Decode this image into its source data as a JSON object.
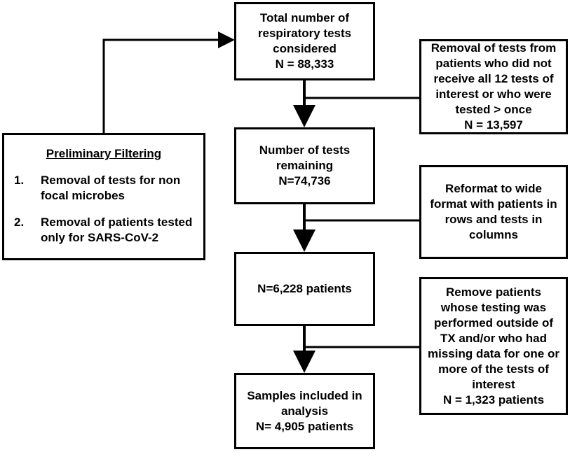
{
  "flowchart": {
    "total_box": {
      "lines": [
        "Total number of",
        "respiratory tests",
        "considered",
        "N = 88,333"
      ]
    },
    "removal1_box": {
      "lines": [
        "Removal of tests from",
        "patients who did not",
        "receive all 12 tests of",
        "interest or who were",
        "tested > once",
        "N = 13,597"
      ]
    },
    "remaining_box": {
      "lines": [
        "Number of tests",
        "remaining",
        "N=74,736"
      ]
    },
    "reformat_box": {
      "lines": [
        "Reformat to wide",
        "format with patients in",
        "rows and tests in",
        "columns"
      ]
    },
    "patients_box": {
      "lines": [
        "N=6,228 patients"
      ]
    },
    "remove2_box": {
      "lines": [
        "Remove patients",
        "whose testing was",
        "performed outside of",
        "TX and/or who had",
        "missing data for one or",
        "more of the tests of",
        "interest",
        "N = 1,323 patients"
      ]
    },
    "samples_box": {
      "lines": [
        "Samples included in",
        "analysis",
        "N= 4,905 patients"
      ]
    },
    "prelim_box": {
      "title": "Preliminary Filtering",
      "items": [
        {
          "num": "1.",
          "text": "Removal of tests for non focal microbes"
        },
        {
          "num": "2.",
          "text": "Removal of patients tested only for SARS-CoV-2"
        }
      ]
    }
  },
  "colors": {
    "stroke": "#000000",
    "background": "#ffffff"
  }
}
